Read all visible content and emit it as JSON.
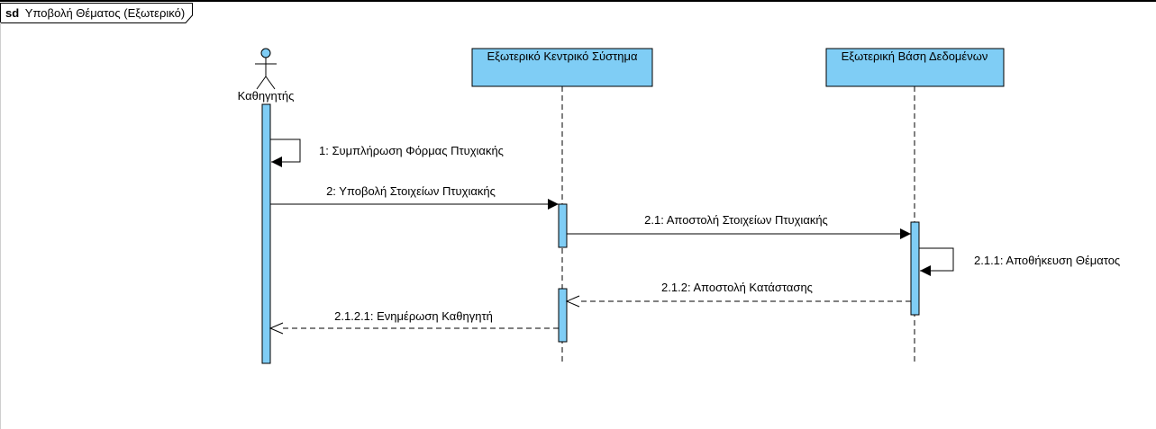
{
  "frame": {
    "keyword": "sd",
    "title": "Υποβολή Θέματος (Εξωτερικό)"
  },
  "participants": [
    {
      "id": "teacher",
      "kind": "actor",
      "label": "Καθηγητής"
    },
    {
      "id": "central",
      "kind": "object",
      "label": "Εξωτερικό Κεντρικό Σύστημα"
    },
    {
      "id": "db",
      "kind": "object",
      "label": "Εξωτερική Βάση Δεδομένων"
    }
  ],
  "messages": [
    {
      "label": "1: Συμπλήρωση Φόρμας Πτυχιακής",
      "type": "self",
      "from": "teacher",
      "to": "teacher"
    },
    {
      "label": "2: Υποβολή Στοιχείων Πτυχιακής",
      "type": "sync",
      "from": "teacher",
      "to": "central"
    },
    {
      "label": "2.1: Αποστολή Στοιχείων Πτυχιακής",
      "type": "sync",
      "from": "central",
      "to": "db"
    },
    {
      "label": "2.1.1: Αποθήκευση Θέματος",
      "type": "self",
      "from": "db",
      "to": "db"
    },
    {
      "label": "2.1.2: Αποστολή Κατάστασης",
      "type": "reply",
      "from": "db",
      "to": "central"
    },
    {
      "label": "2.1.2.1: Ενημέρωση Καθηγητή",
      "type": "reply",
      "from": "central",
      "to": "teacher"
    }
  ],
  "colors": {
    "box_fill": "#7fcdf5",
    "activation_fill": "#7fcdf5",
    "line": "#000000"
  }
}
